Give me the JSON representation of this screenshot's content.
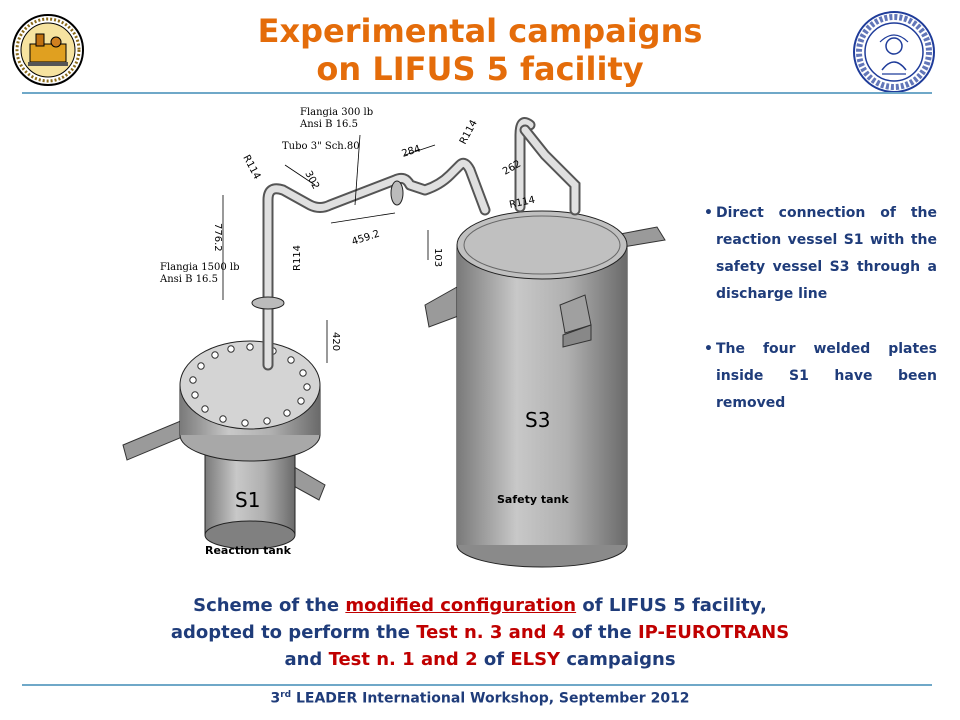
{
  "title": {
    "line1": "Experimental campaigns",
    "line2": "on LIFUS 5 facility"
  },
  "diagram": {
    "flange_top_l1": "Flangia 300 lb",
    "flange_top_l2": "Ansi B 16.5",
    "tube": "Tubo 3\" Sch.80",
    "flange_low_l1": "Flangia 1500 lb",
    "flange_low_l2": "Ansi B 16.5",
    "dims": {
      "d1": "R114",
      "d2": "302",
      "d3": "776.2",
      "d4": "R114",
      "d5": "459.2",
      "d6": "284",
      "d7": "R114",
      "d8": "262",
      "d9": "R114",
      "d10": "103",
      "d11": "420"
    },
    "tank_s1": "S1",
    "tank_s3": "S3",
    "reaction_label": "Reaction tank",
    "safety_label": "Safety tank"
  },
  "bullets": [
    "Direct connection of the reaction vessel S1 with the safety vessel S3 through a discharge line",
    "The four welded plates inside S1 have been removed"
  ],
  "caption": {
    "p1": "Scheme of the ",
    "p2": "modified configuration",
    "p3": " of LIFUS 5 facility,",
    "p4": "adopted to perform the ",
    "p5": "Test n. 3 and 4",
    "p6": " of the ",
    "p7": "IP-EUROTRANS",
    "p8": "and ",
    "p9": "Test n. 1 and 2",
    "p10": " of ",
    "p11": "ELSY",
    "p12": " campaigns"
  },
  "footer": {
    "num": "3",
    "sup": "rd",
    "text": " LEADER International Workshop, September 2012"
  },
  "colors": {
    "title": "#e46c0a",
    "text": "#1f3c7a",
    "highlight": "#c00000",
    "rule": "#6fa8c8"
  }
}
